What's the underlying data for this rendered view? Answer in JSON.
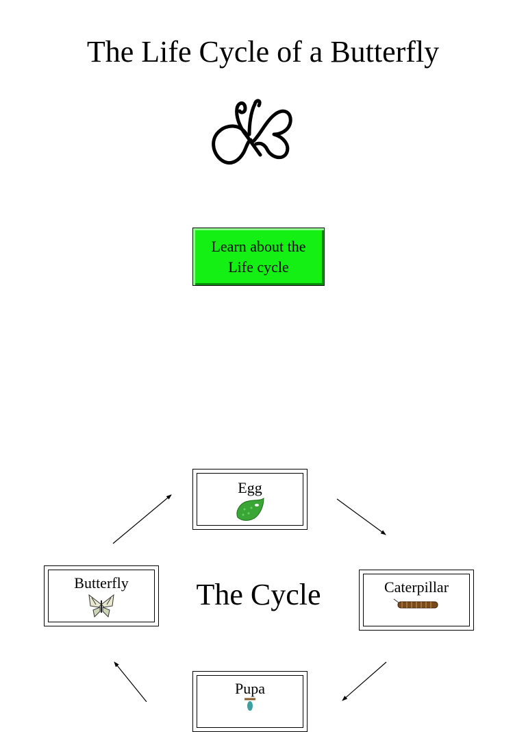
{
  "page": {
    "title": "The Life Cycle of a Butterfly",
    "learn_button": {
      "line1": "Learn about the",
      "line2": "Life cycle",
      "color": "#14f014"
    },
    "cycle_title": "The Cycle"
  },
  "cycle": {
    "egg": {
      "label": "Egg",
      "icon": "egg-icon"
    },
    "caterpillar": {
      "label": "Caterpillar",
      "icon": "caterpillar-icon"
    },
    "pupa": {
      "label": "Pupa",
      "icon": "pupa-icon"
    },
    "butterfly": {
      "label": "Butterfly",
      "icon": "butterfly-icon"
    }
  },
  "decorations": {
    "logo": "butterfly-outline-icon"
  }
}
